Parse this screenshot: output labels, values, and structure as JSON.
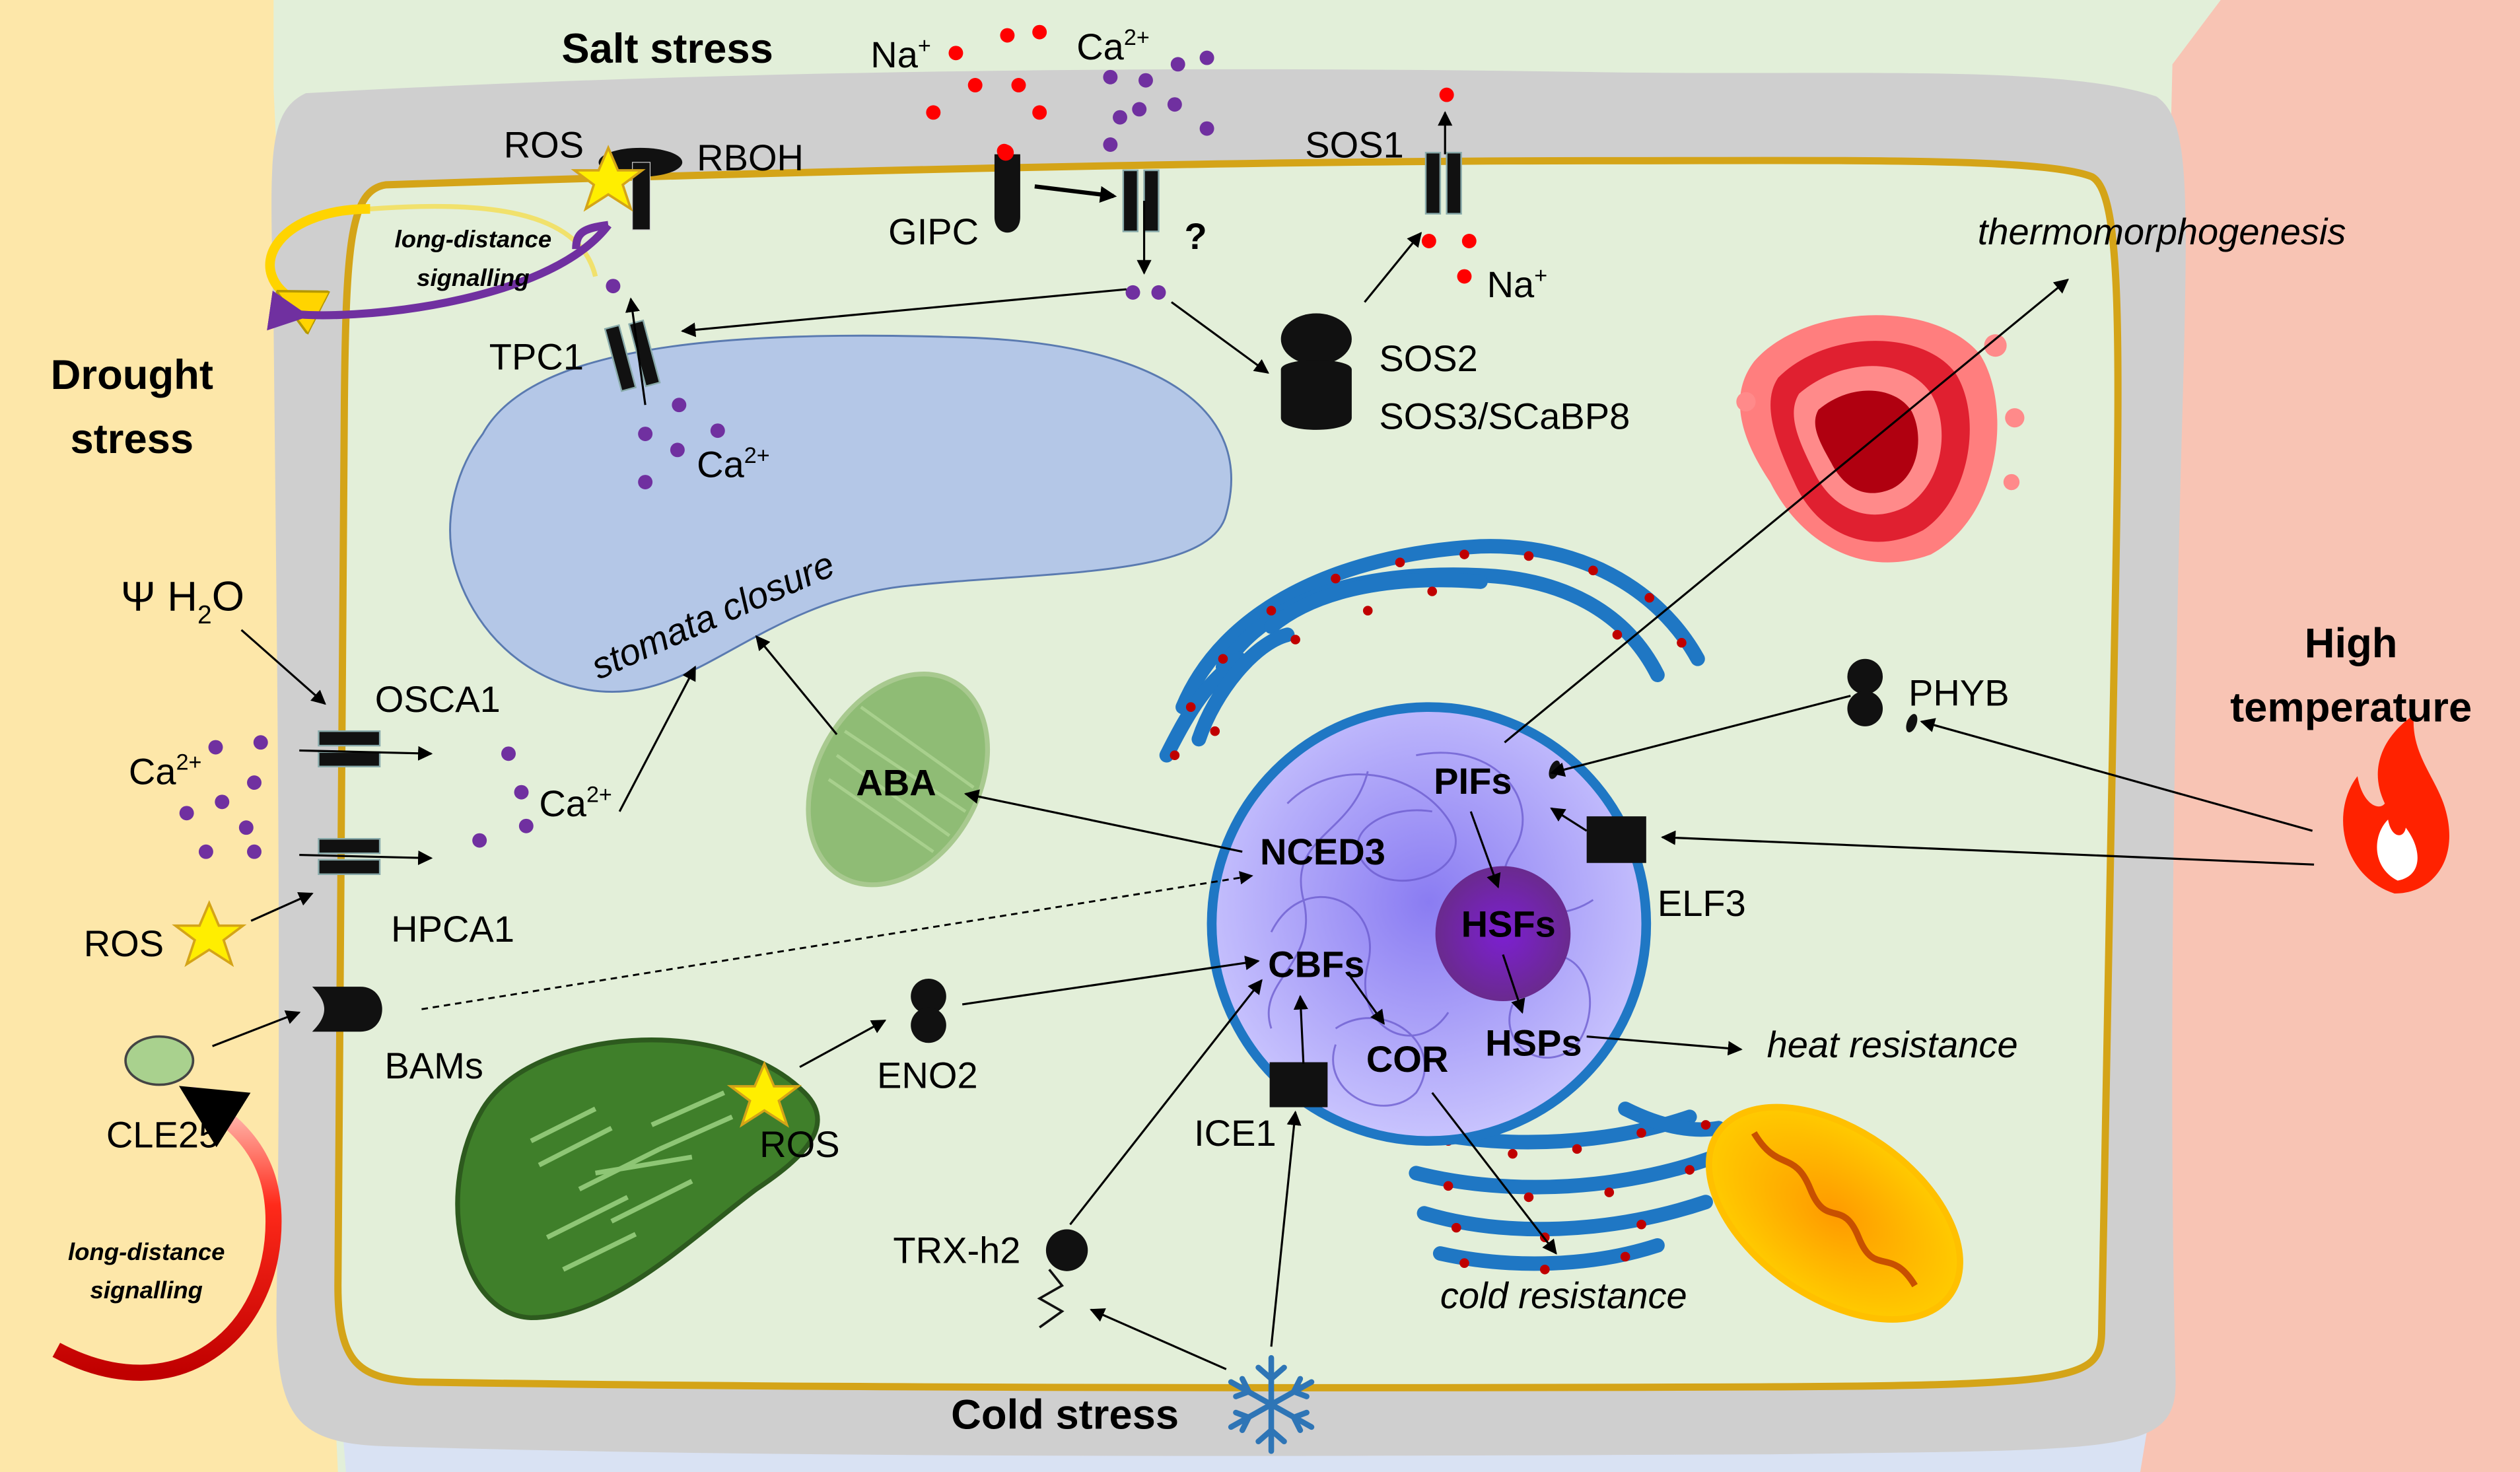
{
  "stresses": {
    "salt": "Salt stress",
    "drought_line1": "Drought",
    "drought_line2": "stress",
    "high_temp_line1": "High",
    "high_temp_line2": "temperature",
    "cold": "Cold stress"
  },
  "labels": {
    "na_top": "Na",
    "na_sup": "+",
    "ca_top": "Ca",
    "ca_sup": "2+",
    "ros_top": "ROS",
    "rboh": "RBOH",
    "gipc": "GIPC",
    "question": "?",
    "sos1": "SOS1",
    "na_sos1": "Na",
    "na_sos1_sup": "+",
    "thermomorphogenesis": "thermomorphogenesis",
    "long_distance_top_1": "long-distance",
    "long_distance_top_2": "signalling",
    "tpc1": "TPC1",
    "ca_vacuole": "Ca",
    "ca_vacuole_sup": "2+",
    "sos2": "SOS2",
    "sos3": "SOS3/SCaBP8",
    "psi": "Ψ H",
    "psi_sub": "2",
    "psi_end": "O",
    "osca1": "OSCA1",
    "ca_left": "Ca",
    "ca_left_sup": "2+",
    "ca_mid": "Ca",
    "ca_mid_sup": "2+",
    "stomata_closure": "stomata closure",
    "ros_left": "ROS",
    "hpca1": "HPCA1",
    "aba": "ABA",
    "phyb": "PHYB",
    "pifs": "PIFs",
    "nced3": "NCED3",
    "elf3": "ELF3",
    "hsfs": "HSFs",
    "cbfs": "CBFs",
    "hsps": "HSPs",
    "heat_resistance": "heat resistance",
    "cor": "COR",
    "bams": "BAMs",
    "cle25": "CLE25",
    "eno2": "ENO2",
    "ros_chloro": "ROS",
    "ice1": "ICE1",
    "trx": "TRX-h2",
    "cold_resistance": "cold resistance",
    "long_distance_bottom_1": "long-distance",
    "long_distance_bottom_2": "signalling"
  },
  "colors": {
    "drought_bg": "#fde7a9",
    "salt_bg": "#e2efd9",
    "heat_bg": "#f8c4b4",
    "cold_bg": "#d9e2f3",
    "cell_wall": "#cfcfcf",
    "membrane": "#d4a418",
    "cytoplasm": "#e3efd9",
    "vacuole": "#b4c7e7",
    "nucleus": "#b9b5f5",
    "nucleolus": "#7030a0",
    "er": "#1f77c4",
    "ribosome": "#c00000",
    "na_ion": "#ff0000",
    "ca_ion": "#7030a0"
  }
}
